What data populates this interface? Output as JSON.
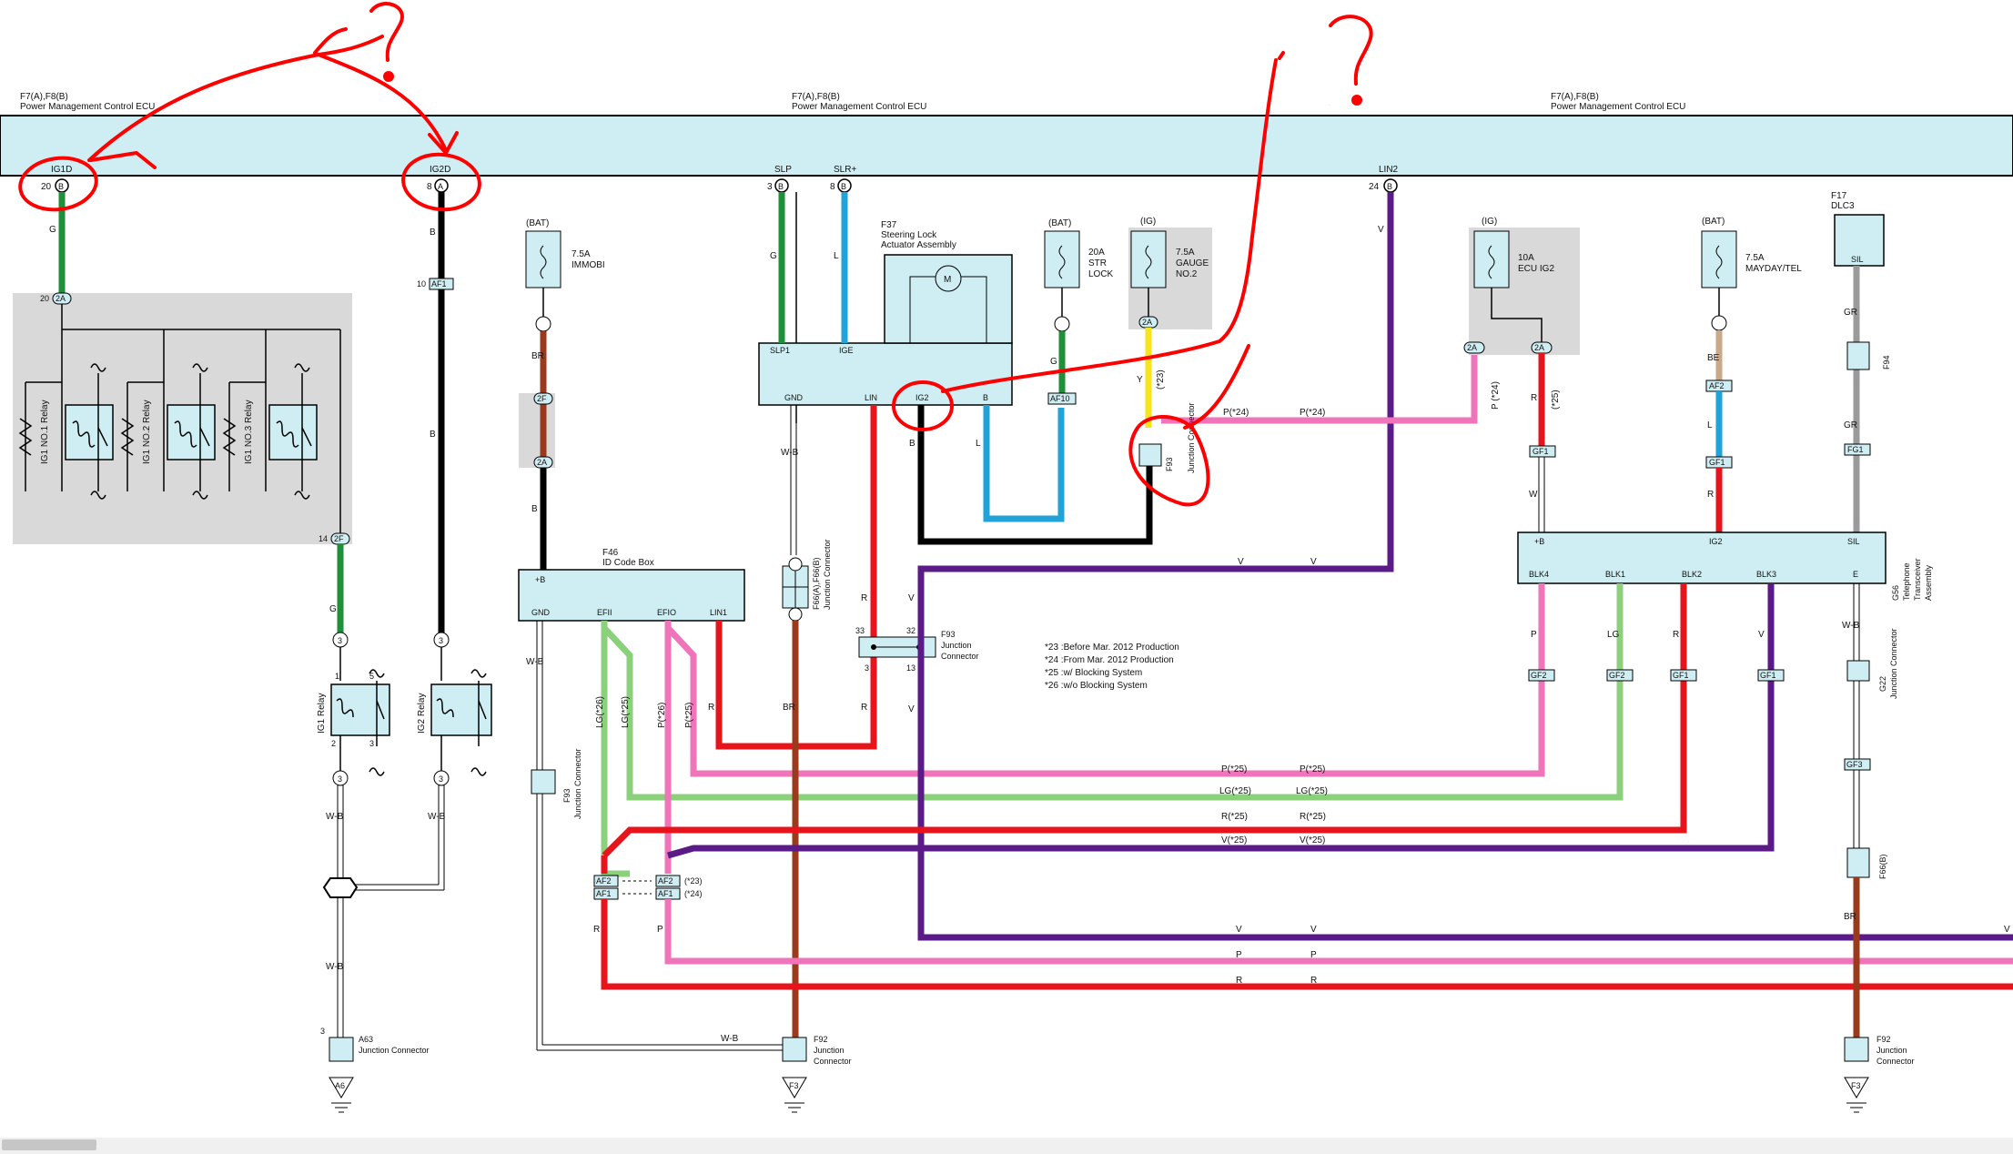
{
  "ecu": {
    "refs": [
      "F7(A),F8(B)",
      "F7(A),F8(B)",
      "F7(A),F8(B)"
    ],
    "name": "Power Management Control ECU"
  },
  "terminals": {
    "ig1d": {
      "name": "IG1D",
      "pin": "20",
      "conn": "B"
    },
    "ig2d": {
      "name": "IG2D",
      "pin": "8",
      "conn": "A"
    },
    "slp": {
      "name": "SLP",
      "pin": "3",
      "conn": "B"
    },
    "slr": {
      "name": "SLR+",
      "pin": "8",
      "conn": "B"
    },
    "lin2": {
      "name": "LIN2",
      "pin": "24",
      "conn": "B"
    }
  },
  "wires": {
    "g": "G",
    "b": "B",
    "br": "BR",
    "wb": "W-B",
    "l": "L",
    "v": "V",
    "y": "Y",
    "r": "R",
    "p": "P",
    "lg": "LG",
    "gr": "GR",
    "be": "BE",
    "w": "W",
    "y23": "(*23)",
    "r25": "(*25)",
    "p24": "P(*24)",
    "p24v": "P (*24)",
    "lg26": "LG(*26)",
    "lg25": "LG(*25)",
    "p26": "P(*26)",
    "p25": "P(*25)",
    "r_25": "R(*25)",
    "v25": "V(*25)",
    "paren25": "(*25)"
  },
  "relays": {
    "ig1no1": "IG1 NO.1 Relay",
    "ig1no2": "IG1 NO.2 Relay",
    "ig1no3": "IG1 NO.3 Relay",
    "ig1": "IG1 Relay",
    "ig2": "IG2 Relay"
  },
  "fuses": {
    "bat": "(BAT)",
    "ig": "(IG)",
    "immobi": [
      "7.5A",
      "IMMOBI"
    ],
    "strlock": [
      "20A",
      "STR",
      "LOCK"
    ],
    "gauge": [
      "7.5A",
      "GAUGE",
      "NO.2"
    ],
    "ecuig2": [
      "10A",
      "ECU IG2"
    ],
    "mayday": [
      "7.5A",
      "MAYDAY/TEL"
    ]
  },
  "components": {
    "f37": [
      "F37",
      "Steering Lock",
      "Actuator Assembly"
    ],
    "f37_pins": {
      "slp1": "SLP1",
      "ige": "IGE",
      "gnd": "GND",
      "lin": "LIN",
      "ig2": "IG2",
      "b": "B"
    },
    "f46": [
      "F46",
      "ID Code Box"
    ],
    "f46_pins": {
      "pb": "+B",
      "gnd": "GND",
      "efii": "EFII",
      "efio": "EFIO",
      "lin1": "LIN1"
    },
    "f17": [
      "F17",
      "DLC3"
    ],
    "sil": "SIL",
    "g56": [
      "G56",
      "Telephone",
      "Transceiver",
      "Assembly"
    ],
    "g56_pins": {
      "pb": "+B",
      "ig2": "IG2",
      "sil": "SIL",
      "blk4": "BLK4",
      "blk1": "BLK1",
      "blk2": "BLK2",
      "blk3": "BLK3",
      "e": "E"
    },
    "motor": "M"
  },
  "connectors": {
    "f93": "F93",
    "f94": "F94",
    "f92": "F92",
    "g22": "G22",
    "a63": "A63",
    "f66": "F66(A),F66(B)",
    "f66b": "F66(B)",
    "jc": "Junction Connector",
    "a6": "A6",
    "f3": "F3"
  },
  "notes": [
    "*23 :Before Mar. 2012 Production",
    "*24 :From Mar. 2012 Production",
    "*25 :w/ Blocking System",
    "*26 :w/o Blocking System"
  ],
  "annotations": {
    "question": "?"
  },
  "colors": {
    "ecu_band": "#cfeef3",
    "component_fill": "#cfeef3",
    "grey_box": "#d9d9d9",
    "green": "#1f8f3a",
    "black": "#000000",
    "red": "#e8141b",
    "pink": "#ef74b9",
    "lightgreen": "#8bd17c",
    "blue": "#1fa3d8",
    "purple": "#5a1a87",
    "brown": "#9a3a1c",
    "yellow": "#f6e51a",
    "grey": "#9a9a9a",
    "tan": "#c9a98a",
    "markup": "#ff0000"
  }
}
